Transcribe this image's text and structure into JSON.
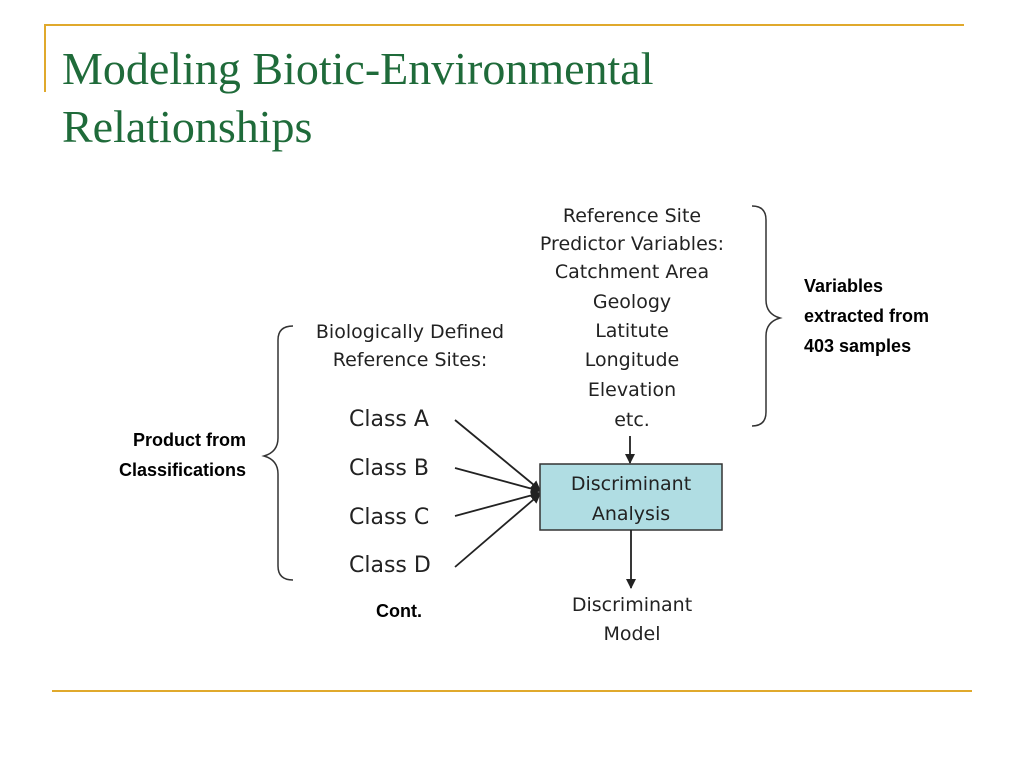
{
  "slide": {
    "title_lines": [
      "Modeling Biotic-Environmental",
      "Relationships"
    ],
    "accent_color": "#e0a92c",
    "title_color": "#1f6b3a"
  },
  "diagram": {
    "predictors_header": [
      "Reference Site",
      "Predictor Variables:"
    ],
    "predictors": [
      "Catchment Area",
      "Geology",
      "Latitute",
      "Longitude",
      "Elevation",
      "etc."
    ],
    "bio_header": [
      "Biologically Defined",
      "Reference Sites:"
    ],
    "classes": [
      "Class A",
      "Class B",
      "Class C",
      "Class D"
    ],
    "analysis_box": [
      "Discriminant",
      "Analysis"
    ],
    "analysis_box_color": "#b0dde3",
    "model_label": [
      "Discriminant",
      "Model"
    ]
  },
  "annotations": {
    "variables_note": [
      "Variables",
      "extracted from",
      "403 samples"
    ],
    "product_note": [
      "Product from",
      "Classifications"
    ],
    "cont_note": "Cont."
  }
}
